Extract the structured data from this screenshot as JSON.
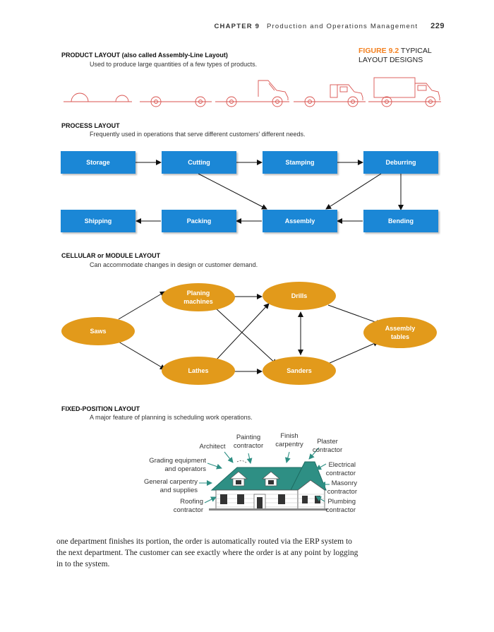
{
  "header": {
    "chapter": "CHAPTER 9",
    "chapter_title": "Production and Operations Management",
    "page_number": "229"
  },
  "figure": {
    "label": "FIGURE 9.2",
    "title_1": "TYPICAL",
    "title_2": "LAYOUT DESIGNS"
  },
  "product_layout": {
    "title": "PRODUCT LAYOUT (also called Assembly-Line Layout)",
    "subtitle": "Used to produce large quantities of a few types of products."
  },
  "process_layout": {
    "title": "PROCESS LAYOUT",
    "subtitle": "Frequently used in operations that serve different customers' different needs.",
    "boxes": [
      "Storage",
      "Cutting",
      "Stamping",
      "Deburring",
      "Shipping",
      "Packing",
      "Assembly",
      "Bending"
    ]
  },
  "cellular_layout": {
    "title": "CELLULAR or MODULE LAYOUT",
    "subtitle": "Can accommodate changes in design or customer demand.",
    "nodes": {
      "saws": "Saws",
      "planing": "Planing\nmachines",
      "drills": "Drills",
      "lathes": "Lathes",
      "sanders": "Sanders",
      "assembly": "Assembly\ntables"
    }
  },
  "fixed_layout": {
    "title": "FIXED-POSITION LAYOUT",
    "subtitle": "A major feature of planning is scheduling work operations.",
    "labels": {
      "architect": "Architect",
      "painting": "Painting\ncontractor",
      "finish": "Finish\ncarpentry",
      "plaster": "Plaster\ncontractor",
      "grading": "Grading equipment\nand operators",
      "general": "General carpentry\nand supplies",
      "roofing": "Roofing\ncontractor",
      "electrical": "Electrical\ncontractor",
      "masonry": "Masonry\ncontractor",
      "plumbing": "Plumbing\ncontractor"
    }
  },
  "body_text": "one department finishes its portion, the order is automatically routed via the ERP system to the next department. The customer can see exactly where the order is at any point by logging in to the system.",
  "colors": {
    "accent": "#f3801f",
    "process_box": "#1b87d6",
    "oval": "#e29a1b",
    "house": "#2e8f84",
    "truck_line": "#d9534f"
  }
}
